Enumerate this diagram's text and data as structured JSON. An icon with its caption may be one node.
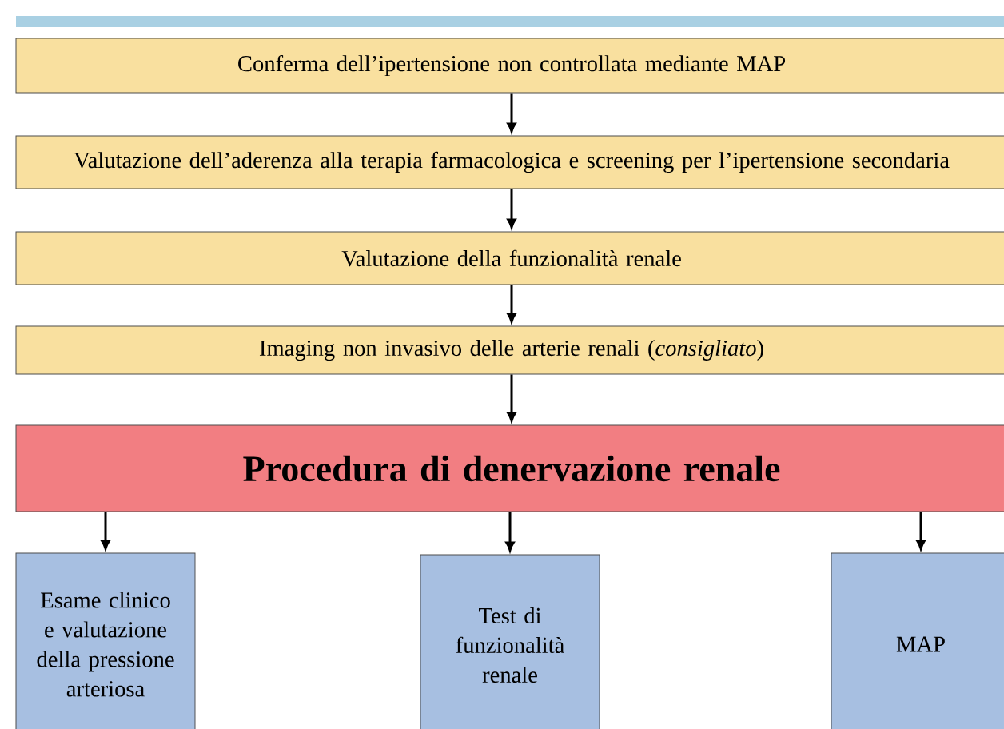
{
  "diagram": {
    "nodes": [
      {
        "text": [
          "Conferma dell’ipertensione non controllata mediante MAP"
        ]
      },
      {
        "text": [
          "Valutazione dell’aderenza alla terapia farmacologica e screening per l’ipertensione secondaria"
        ]
      },
      {
        "text": [
          "Valutazione della funzionalità renale"
        ]
      },
      {
        "text": [
          "Imaging non invasivo delle arterie renali (*consigliato*)"
        ]
      },
      {
        "text": [
          "Procedura di denervazione renale"
        ]
      },
      {
        "text": [
          "Esame clinico e valutazione della pressione arteriosa"
        ]
      },
      {
        "text": [
          "Test di funzionalità renale"
        ]
      },
      {
        "text": [
          "MAP"
        ]
      }
    ],
    "edges": [
      {
        "from": 0,
        "to": 1,
        "arrow": "to"
      },
      {
        "from": 1,
        "to": 2,
        "arrow": "to"
      },
      {
        "from": 2,
        "to": 3,
        "arrow": "to"
      },
      {
        "from": 3,
        "to": 4,
        "arrow": "to"
      },
      {
        "from": 4,
        "to": 5,
        "arrow": "to"
      },
      {
        "from": 4,
        "to": 6,
        "arrow": "to"
      },
      {
        "from": 4,
        "to": 7,
        "arrow": "to"
      }
    ]
  }
}
